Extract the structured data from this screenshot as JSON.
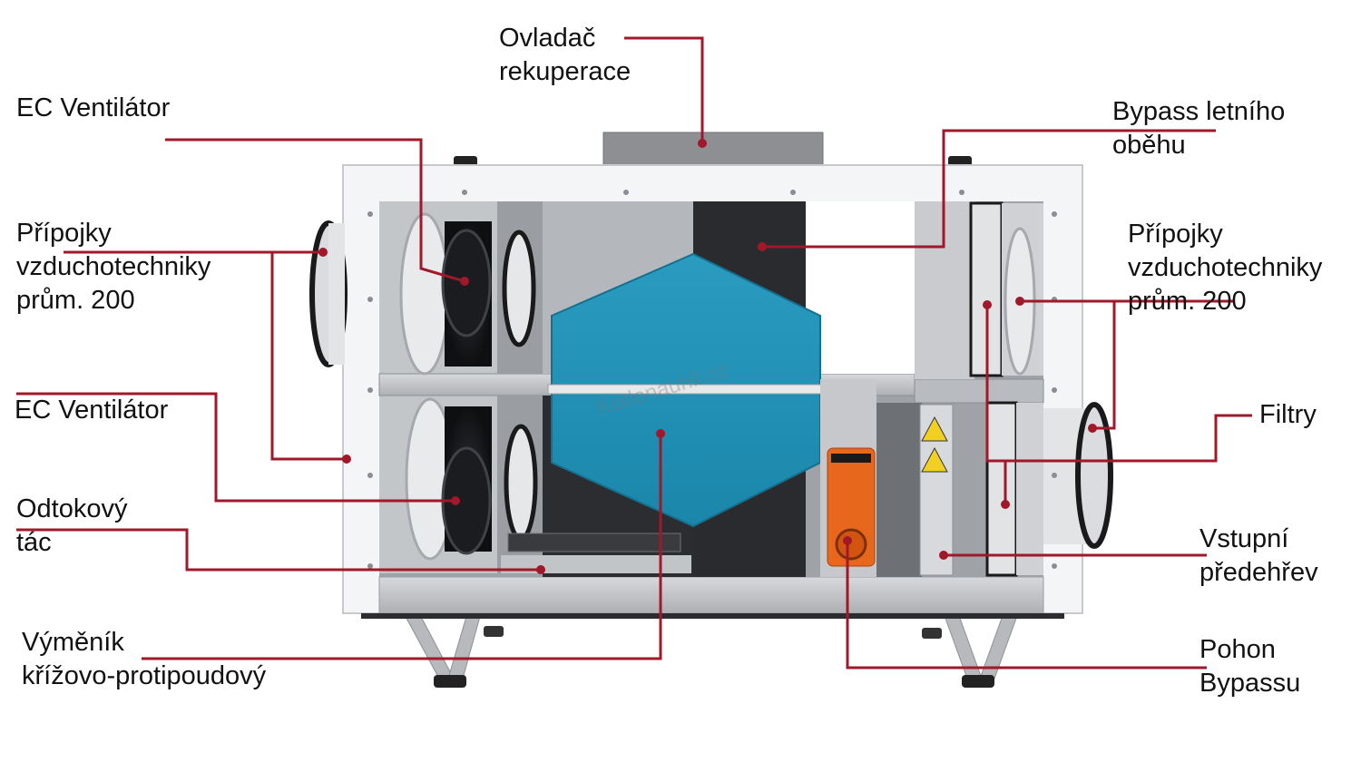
{
  "diagram": {
    "watermark": "Kotlenauhli.cz",
    "accent_color": "#a0182a",
    "exchanger_color": "#1b8fb3",
    "labels": {
      "controller": [
        "Ovladač",
        "rekuperace"
      ],
      "ec_fan_top": [
        "EC Ventilátor"
      ],
      "connections_left": [
        "Přípojky",
        "vzduchotechniky",
        "prům. 200"
      ],
      "ec_fan_bottom": [
        "EC Ventilátor"
      ],
      "drain_tray": [
        "Odtokový",
        "tác"
      ],
      "exchanger": [
        "Výměník",
        "křížovo-protipoudový"
      ],
      "bypass_summer": [
        "Bypass letního",
        "oběhu"
      ],
      "connections_right": [
        "Přípojky",
        "vzduchotechniky",
        "prům. 200"
      ],
      "filters": [
        "Filtry"
      ],
      "preheater": [
        "Vstupní",
        "předehřev"
      ],
      "bypass_drive": [
        "Pohon",
        "Bypassu"
      ]
    }
  }
}
